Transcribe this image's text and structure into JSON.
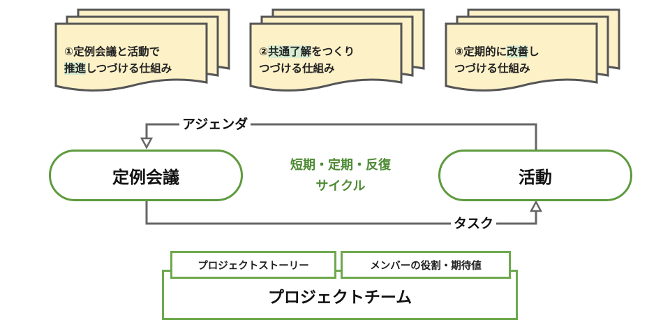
{
  "documents": [
    {
      "lines": [
        [
          {
            "text": "①定例会議と活動で",
            "hl": false
          }
        ],
        [
          {
            "text": "推進",
            "hl": true
          },
          {
            "text": "しつづける仕組み",
            "hl": false
          }
        ]
      ]
    },
    {
      "lines": [
        [
          {
            "text": "②",
            "hl": false
          },
          {
            "text": "共通了解",
            "hl": true
          },
          {
            "text": "をつくり",
            "hl": false
          }
        ],
        [
          {
            "text": "つづける仕組み",
            "hl": false
          }
        ]
      ]
    },
    {
      "lines": [
        [
          {
            "text": "③定期的に",
            "hl": false
          },
          {
            "text": "改善",
            "hl": true
          },
          {
            "text": "し",
            "hl": false
          }
        ],
        [
          {
            "text": "つづける仕組み",
            "hl": false
          }
        ]
      ]
    }
  ],
  "cycle": {
    "left_node": "定例会議",
    "right_node": "活動",
    "center_line1": "短期・定期・反復",
    "center_line2": "サイクル",
    "top_arrow_label": "アジェンダ",
    "bottom_arrow_label": "タスク"
  },
  "team": {
    "title": "プロジェクトチーム",
    "tabs": [
      "プロジェクトストーリー",
      "メンバーの役割・期待値"
    ]
  },
  "colors": {
    "document_fill": "#fdf1c8",
    "document_stroke": "#555555",
    "accent_green": "#5e9a3e",
    "highlight": "#d7ecd0",
    "arrow_gray": "#666666"
  }
}
